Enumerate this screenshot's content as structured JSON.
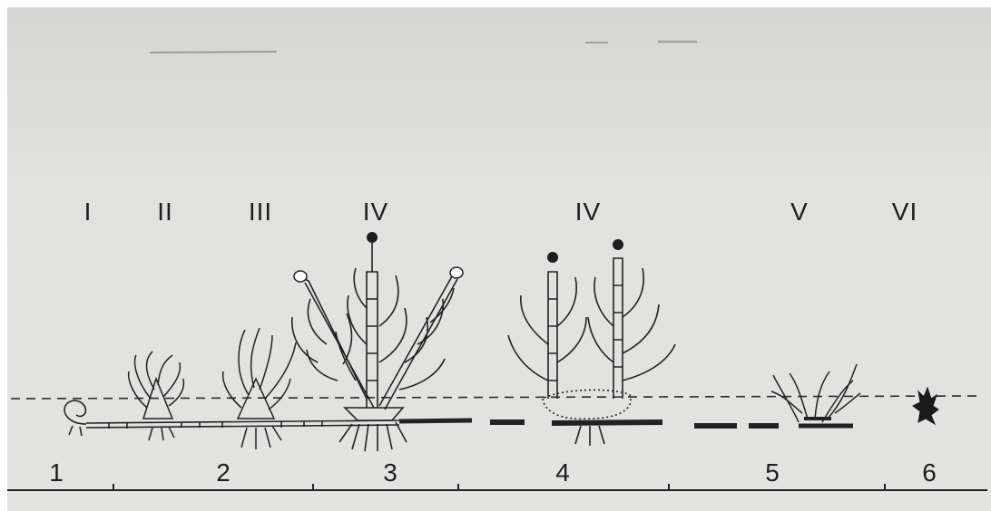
{
  "phase_labels": [
    "I",
    "II",
    "III",
    "IV",
    "IV",
    "V",
    "VI"
  ],
  "stage_numbers": [
    "1",
    "2",
    "3",
    "4",
    "5",
    "6"
  ]
}
